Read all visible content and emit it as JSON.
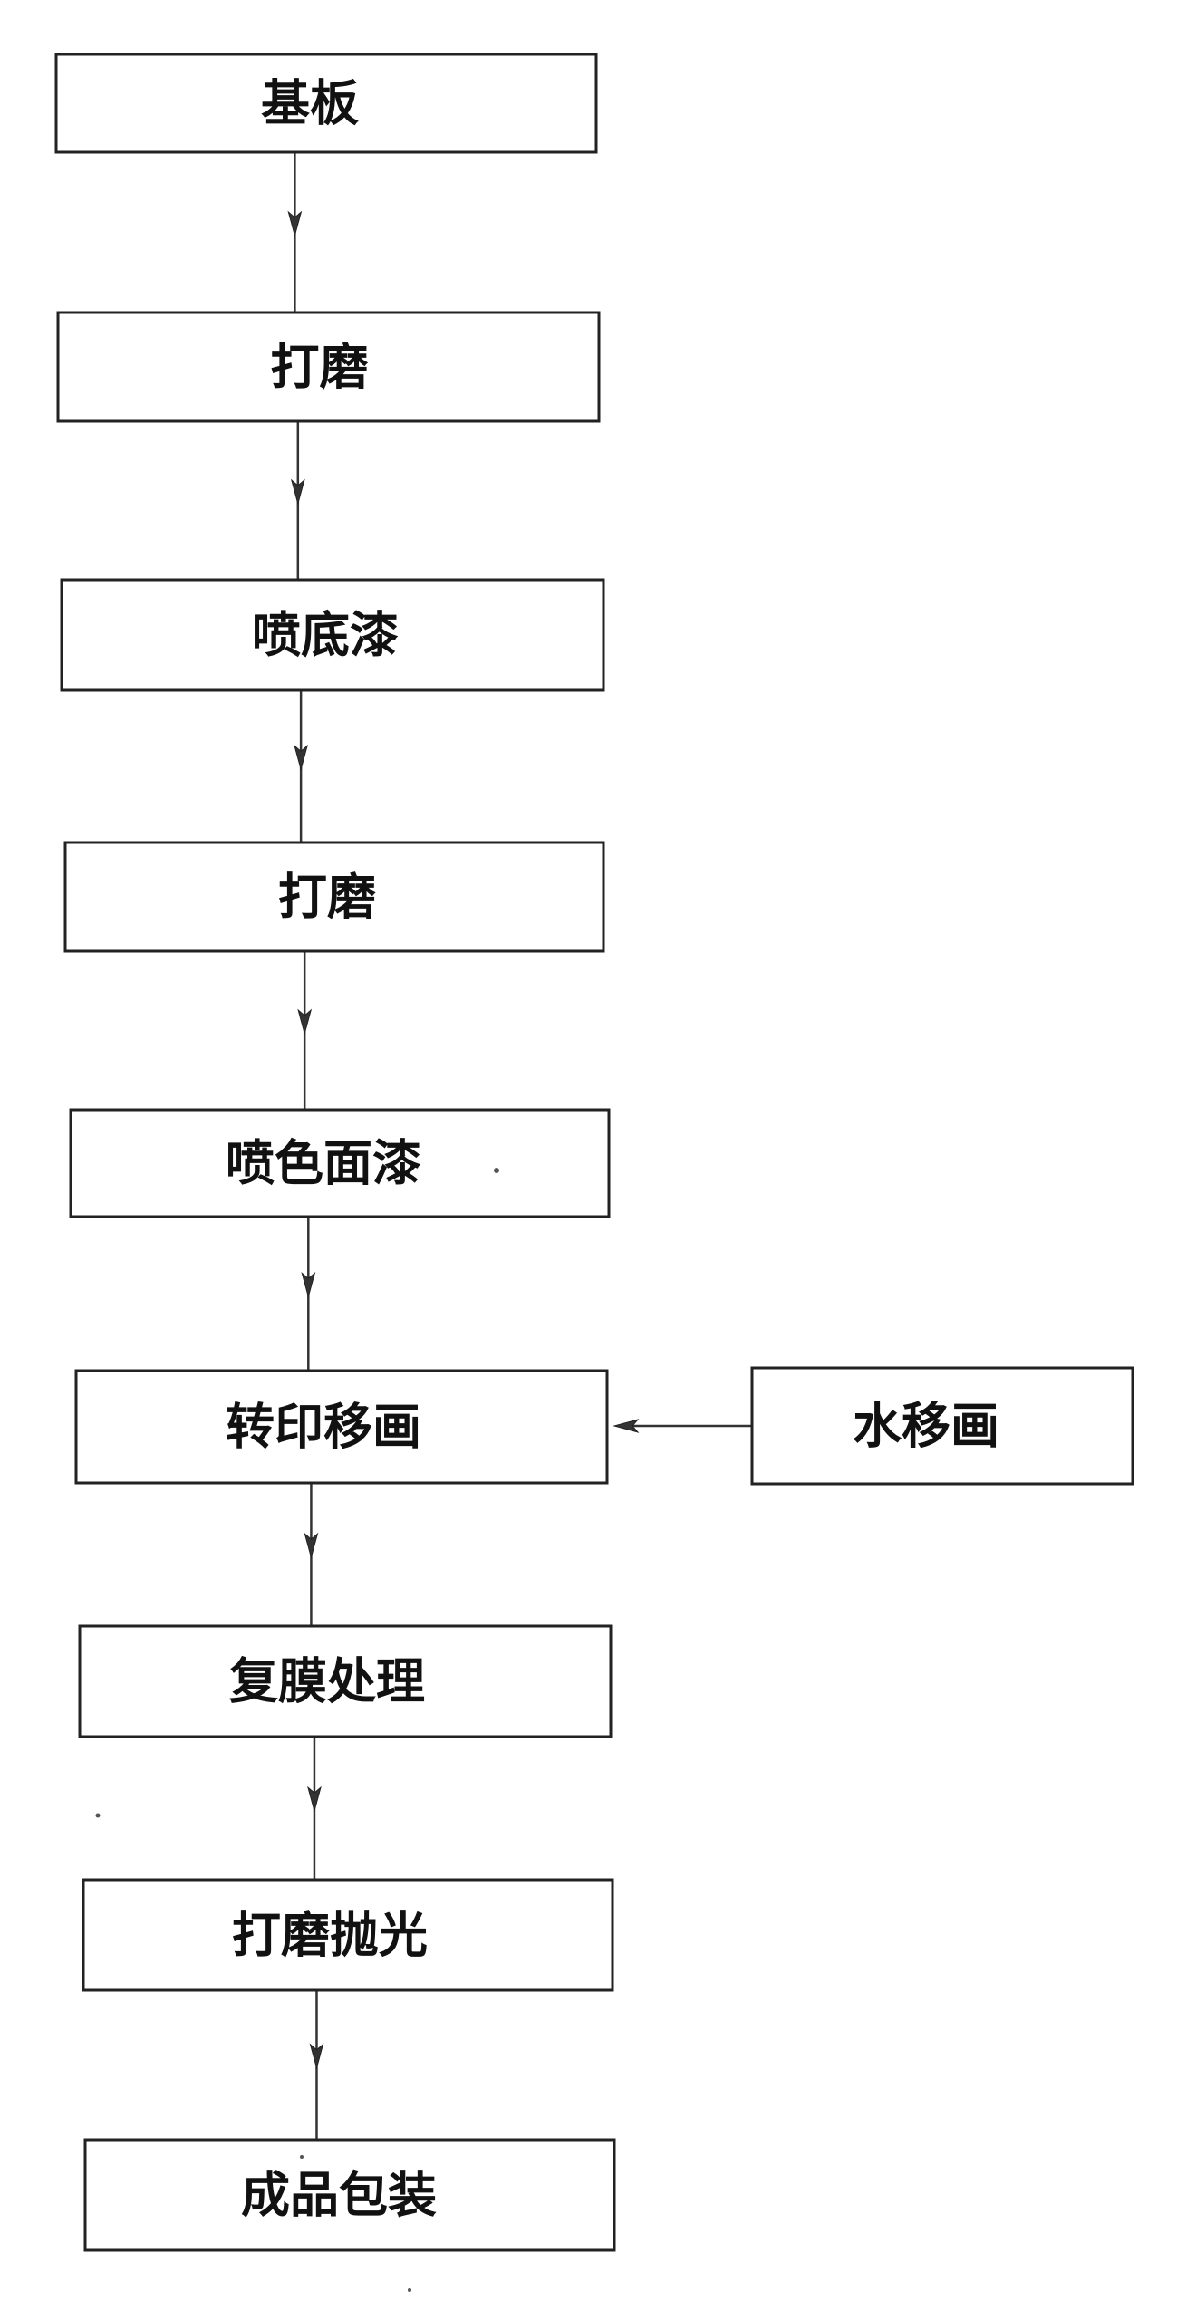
{
  "diagram": {
    "steps": [
      {
        "id": "substrate",
        "label": "基板"
      },
      {
        "id": "sanding-1",
        "label": "打磨"
      },
      {
        "id": "primer-spray",
        "label": "喷底漆"
      },
      {
        "id": "sanding-2",
        "label": "打磨"
      },
      {
        "id": "topcoat-spray",
        "label": "喷色面漆"
      },
      {
        "id": "decal-transfer",
        "label": "转印移画"
      },
      {
        "id": "lamination",
        "label": "复膜处理"
      },
      {
        "id": "sanding-polishing",
        "label": "打磨抛光"
      },
      {
        "id": "finished-packaging",
        "label": "成品包装"
      }
    ],
    "side_input": {
      "id": "water-decal",
      "label": "水移画"
    },
    "edges": [
      {
        "from": "substrate",
        "to": "sanding-1"
      },
      {
        "from": "sanding-1",
        "to": "primer-spray"
      },
      {
        "from": "primer-spray",
        "to": "sanding-2"
      },
      {
        "from": "sanding-2",
        "to": "topcoat-spray"
      },
      {
        "from": "topcoat-spray",
        "to": "decal-transfer"
      },
      {
        "from": "water-decal",
        "to": "decal-transfer"
      },
      {
        "from": "decal-transfer",
        "to": "lamination"
      },
      {
        "from": "lamination",
        "to": "sanding-polishing"
      },
      {
        "from": "sanding-polishing",
        "to": "finished-packaging"
      }
    ]
  }
}
